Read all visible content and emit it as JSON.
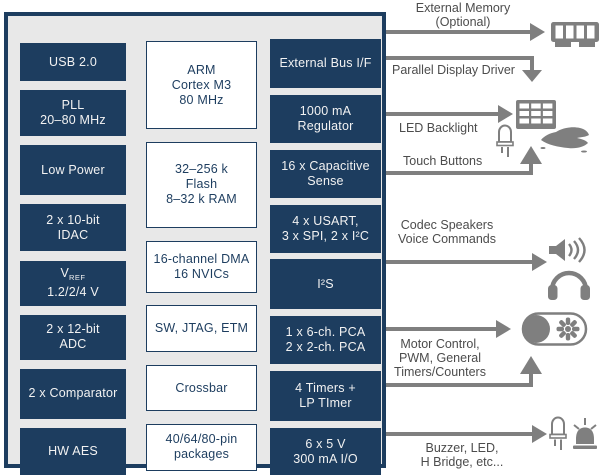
{
  "colors": {
    "navy": "#1d3d5f",
    "panel_bg": "#e8e8e8",
    "arrow_gray": "#7f7f7f",
    "label_gray": "#4c4c4c"
  },
  "soc": {
    "column1": [
      {
        "label": "USB 2.0"
      },
      {
        "label": "PLL\n20–80 MHz"
      },
      {
        "label": "Low Power"
      },
      {
        "label": "2 x 10-bit\nIDAC"
      },
      {
        "main": "V",
        "sub": "REF",
        "line2": "1.2/2/4 V"
      },
      {
        "label": "2 x 12-bit\nADC"
      },
      {
        "label": "2 x Comparator"
      },
      {
        "label": "HW AES"
      }
    ],
    "column2": [
      {
        "label": "ARM\nCortex M3\n80 MHz"
      },
      {
        "label": "32–256 k\nFlash\n8–32 k RAM"
      },
      {
        "label": "16-channel DMA\n16 NVICs"
      },
      {
        "label": "SW, JTAG, ETM"
      },
      {
        "label": "Crossbar"
      },
      {
        "label": "40/64/80-pin\npackages"
      }
    ],
    "column3": [
      {
        "label": "External Bus I/F"
      },
      {
        "label": "1000 mA\nRegulator"
      },
      {
        "label": "16 x Capacitive\nSense"
      },
      {
        "label": "4 x USART,\n3 x SPI, 2 x I²C"
      },
      {
        "label": "I²S"
      },
      {
        "label": "1 x 6-ch. PCA\n2 x 2-ch. PCA"
      },
      {
        "label": "4 Timers +\nLP TImer"
      },
      {
        "label": "6 x 5 V\n300 mA I/O"
      }
    ]
  },
  "annotations": {
    "external_memory": "External Memory\n(Optional)",
    "parallel_display": "Parallel Display Driver",
    "led_backlight": "LED Backlight",
    "touch_buttons": "Touch Buttons",
    "codec": "Codec Speakers\nVoice Commands",
    "motor": "Motor Control,\nPWM, General\nTimers/Counters",
    "buzzer": "Buzzer, LED,\nH Bridge, etc..."
  },
  "icons": [
    "memory-module-icon",
    "display-grid-icon",
    "led-icon",
    "hand-touch-icon",
    "speaker-icon",
    "headphones-icon",
    "motor-fan-icon",
    "led-icon",
    "siren-icon"
  ]
}
